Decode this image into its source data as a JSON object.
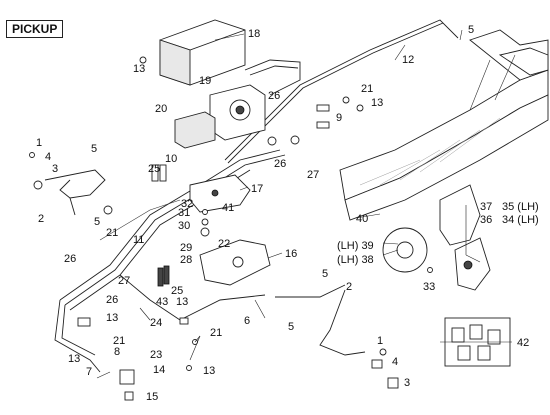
{
  "diagram": {
    "title": "PICKUP",
    "callouts": [
      {
        "id": "c1a",
        "text": "1"
      },
      {
        "id": "c1b",
        "text": "1"
      },
      {
        "id": "c2a",
        "text": "2"
      },
      {
        "id": "c2b",
        "text": "2"
      },
      {
        "id": "c3a",
        "text": "3"
      },
      {
        "id": "c3b",
        "text": "3"
      },
      {
        "id": "c4a",
        "text": "4"
      },
      {
        "id": "c4b",
        "text": "4"
      },
      {
        "id": "c5a",
        "text": "5"
      },
      {
        "id": "c5b",
        "text": "5"
      },
      {
        "id": "c5c",
        "text": "5"
      },
      {
        "id": "c5d",
        "text": "5"
      },
      {
        "id": "c5e",
        "text": "5"
      },
      {
        "id": "c6",
        "text": "6"
      },
      {
        "id": "c7",
        "text": "7"
      },
      {
        "id": "c8",
        "text": "8"
      },
      {
        "id": "c9",
        "text": "9"
      },
      {
        "id": "c10",
        "text": "10"
      },
      {
        "id": "c11",
        "text": "11"
      },
      {
        "id": "c12",
        "text": "12"
      },
      {
        "id": "c13a",
        "text": "13"
      },
      {
        "id": "c13b",
        "text": "13"
      },
      {
        "id": "c13c",
        "text": "13"
      },
      {
        "id": "c13d",
        "text": "13"
      },
      {
        "id": "c13e",
        "text": "13"
      },
      {
        "id": "c13f",
        "text": "13"
      },
      {
        "id": "c14",
        "text": "14"
      },
      {
        "id": "c15",
        "text": "15"
      },
      {
        "id": "c16",
        "text": "16"
      },
      {
        "id": "c17",
        "text": "17"
      },
      {
        "id": "c18",
        "text": "18"
      },
      {
        "id": "c19",
        "text": "19"
      },
      {
        "id": "c20",
        "text": "20"
      },
      {
        "id": "c21a",
        "text": "21"
      },
      {
        "id": "c21b",
        "text": "21"
      },
      {
        "id": "c21c",
        "text": "21"
      },
      {
        "id": "c21d",
        "text": "21"
      },
      {
        "id": "c22",
        "text": "22"
      },
      {
        "id": "c23",
        "text": "23"
      },
      {
        "id": "c24",
        "text": "24"
      },
      {
        "id": "c25a",
        "text": "25"
      },
      {
        "id": "c25b",
        "text": "25"
      },
      {
        "id": "c26a",
        "text": "26"
      },
      {
        "id": "c26b",
        "text": "26"
      },
      {
        "id": "c26c",
        "text": "26"
      },
      {
        "id": "c26d",
        "text": "26"
      },
      {
        "id": "c27a",
        "text": "27"
      },
      {
        "id": "c27b",
        "text": "27"
      },
      {
        "id": "c28",
        "text": "28"
      },
      {
        "id": "c29",
        "text": "29"
      },
      {
        "id": "c30",
        "text": "30"
      },
      {
        "id": "c31",
        "text": "31"
      },
      {
        "id": "c32",
        "text": "32"
      },
      {
        "id": "c33",
        "text": "33"
      },
      {
        "id": "c34",
        "text": "34 (LH)"
      },
      {
        "id": "c35",
        "text": "35 (LH)"
      },
      {
        "id": "c36",
        "text": "36"
      },
      {
        "id": "c37",
        "text": "37"
      },
      {
        "id": "c38",
        "text": "(LH) 38"
      },
      {
        "id": "c39",
        "text": "(LH) 39"
      },
      {
        "id": "c40",
        "text": "40"
      },
      {
        "id": "c41",
        "text": "41"
      },
      {
        "id": "c42",
        "text": "42"
      },
      {
        "id": "c43",
        "text": "43"
      }
    ]
  }
}
